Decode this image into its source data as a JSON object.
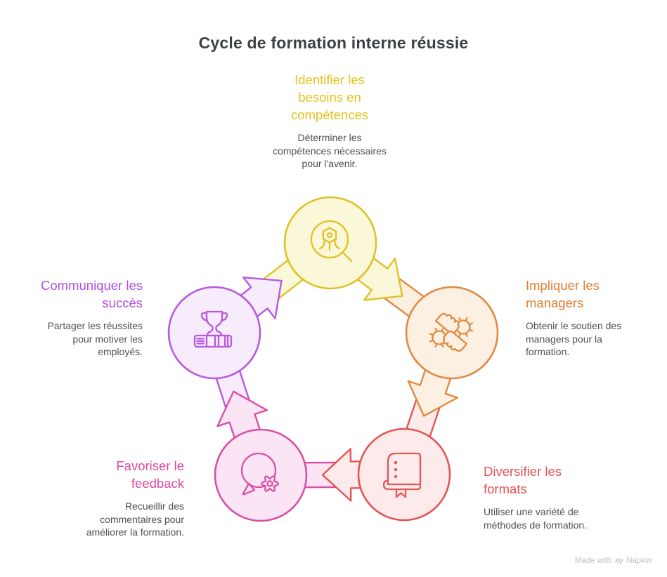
{
  "title": "Cycle de formation interne réussie",
  "text_colors": {
    "title": "#3C4043",
    "description": "#4D5156"
  },
  "steps": [
    {
      "name": "identifier-besoins",
      "label": "Identifier les\nbesoins en\ncompétences",
      "description": "Déterminer les\ncompétences nécessaires\npour l'avenir.",
      "icon": "magnifier-bolt-icon",
      "stroke": "#DDC226",
      "fill": "#FBF7D9",
      "label_color": "#E3C31E"
    },
    {
      "name": "impliquer-managers",
      "label": "Impliquer les\nmanagers",
      "description": "Obtenir le soutien des\nmanagers pour la\nformation.",
      "icon": "hands-gears-icon",
      "stroke": "#E18A41",
      "fill": "#FCF0E2",
      "label_color": "#E07F2E"
    },
    {
      "name": "diversifier-formats",
      "label": "Diversifier les\nformats",
      "description": "Utiliser une variété de\nméthodes de formation.",
      "icon": "book-bookmark-icon",
      "stroke": "#E25555",
      "fill": "#FDEBEB",
      "label_color": "#E25151"
    },
    {
      "name": "favoriser-feedback",
      "label": "Favoriser le\nfeedback",
      "description": "Recueillir des\ncommentaires pour\naméliorer la formation.",
      "icon": "speech-gear-icon",
      "stroke": "#DA4FA6",
      "fill": "#FBE5F4",
      "label_color": "#E0479E"
    },
    {
      "name": "communiquer-succes",
      "label": "Communiquer les\nsuccès",
      "description": "Partager les réussites\npour motiver les\nemployés.",
      "icon": "trophy-podium-icon",
      "stroke": "#B859DF",
      "fill": "#F7ECFB",
      "label_color": "#B24FE0"
    }
  ],
  "watermark": {
    "made_with": "Made with",
    "brand": "Napkin"
  }
}
